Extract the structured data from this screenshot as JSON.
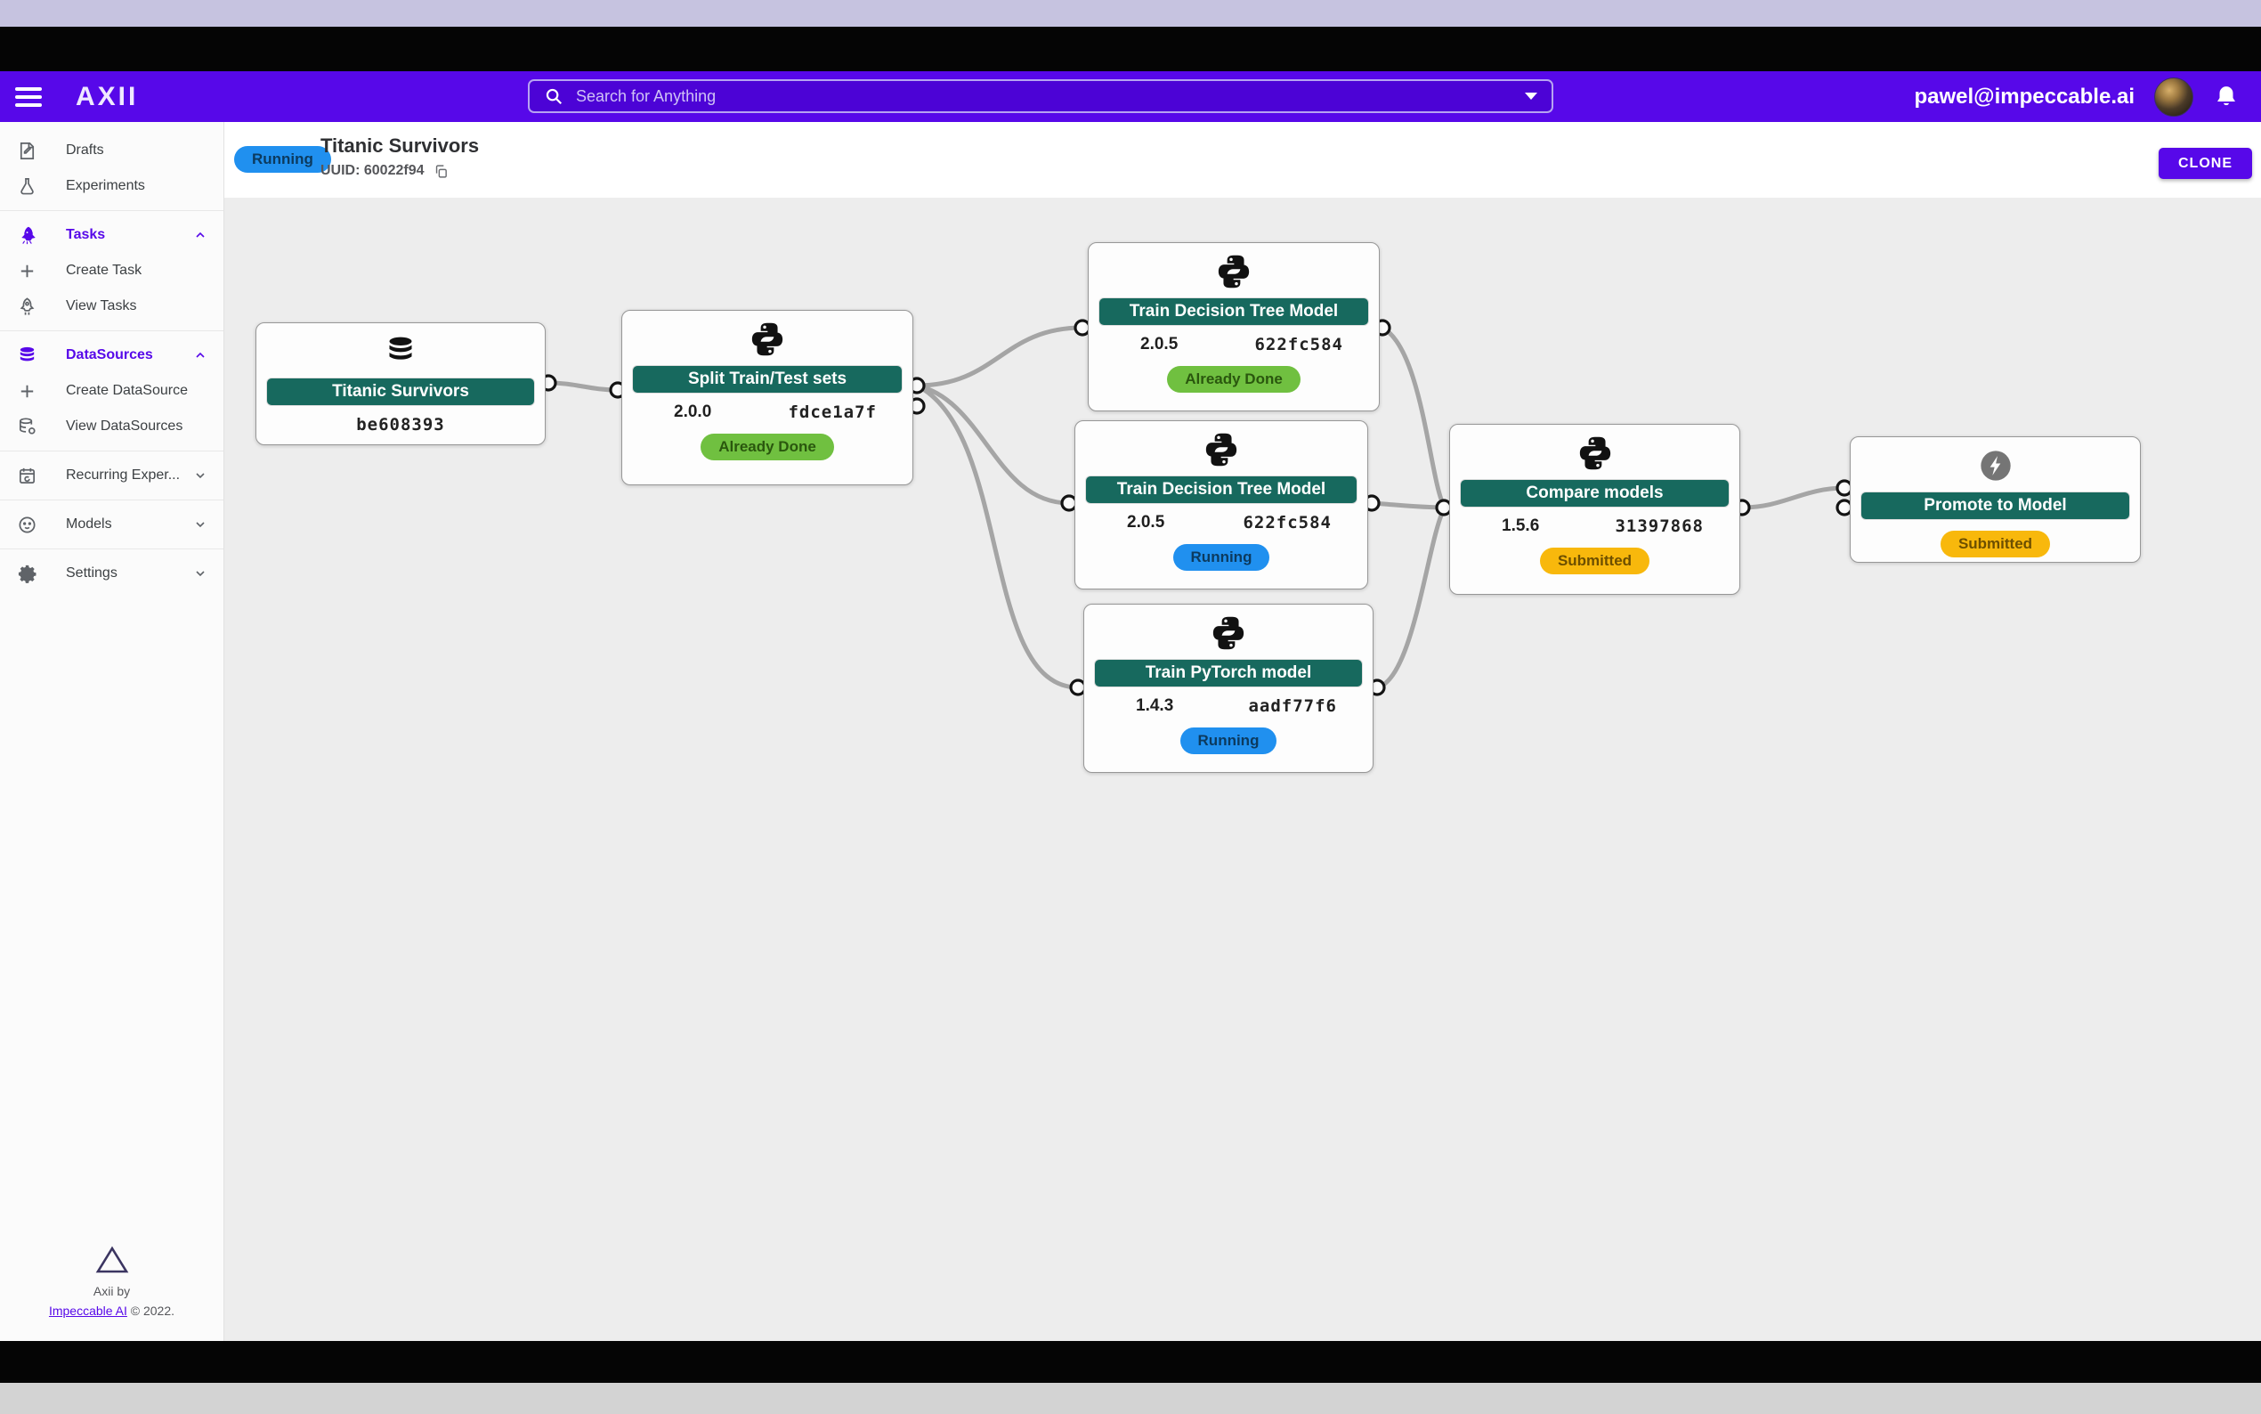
{
  "appbar": {
    "logo": "AXII",
    "search_placeholder": "Search for Anything",
    "user_email": "pawel@impeccable.ai"
  },
  "sidebar": {
    "items": [
      {
        "label": "Drafts"
      },
      {
        "label": "Experiments"
      },
      {
        "label": "Tasks",
        "active": true,
        "expanded": true
      },
      {
        "label": "Create Task"
      },
      {
        "label": "View Tasks"
      },
      {
        "label": "DataSources",
        "active": true,
        "expanded": true
      },
      {
        "label": "Create DataSource"
      },
      {
        "label": "View DataSources"
      },
      {
        "label": "Recurring Exper..."
      },
      {
        "label": "Models"
      },
      {
        "label": "Settings"
      }
    ],
    "footer": {
      "line1": "Axii by",
      "link": "Impeccable AI",
      "copyright": "© 2022."
    }
  },
  "page_header": {
    "status": "Running",
    "title": "Titanic Survivors",
    "uuid": "UUID: 60022f94",
    "clone_button": "CLONE"
  },
  "canvas": {
    "nodes": [
      {
        "title": "Titanic Survivors",
        "hash": "be608393",
        "icon": "database-icon",
        "type": "datasource"
      },
      {
        "title": "Split Train/Test sets",
        "version": "2.0.0",
        "hash": "fdce1a7f",
        "status": "Already Done",
        "icon": "python-icon"
      },
      {
        "title": "Train Decision Tree Model",
        "version": "2.0.5",
        "hash": "622fc584",
        "status": "Already Done",
        "icon": "python-icon"
      },
      {
        "title": "Train Decision Tree Model",
        "version": "2.0.5",
        "hash": "622fc584",
        "status": "Running",
        "icon": "python-icon"
      },
      {
        "title": "Train PyTorch model",
        "version": "1.4.3",
        "hash": "aadf77f6",
        "status": "Running",
        "icon": "python-icon"
      },
      {
        "title": "Compare models",
        "version": "1.5.6",
        "hash": "31397868",
        "status": "Submitted",
        "icon": "python-icon"
      },
      {
        "title": "Promote to Model",
        "status": "Submitted",
        "icon": "bolt-icon"
      }
    ],
    "edges": [
      {
        "from": 0,
        "to": 1
      },
      {
        "from": 1,
        "to": 2
      },
      {
        "from": 1,
        "to": 3
      },
      {
        "from": 1,
        "to": 4
      },
      {
        "from": 2,
        "to": 5
      },
      {
        "from": 3,
        "to": 5
      },
      {
        "from": 4,
        "to": 5
      },
      {
        "from": 5,
        "to": 6
      }
    ]
  },
  "colors": {
    "appbar_purple": "#5708e9",
    "node_title_teal": "#17695e",
    "status_running": "#2090ef",
    "status_done": "#70c040",
    "status_submitted": "#f8b80c",
    "canvas_bg": "#ededed"
  }
}
